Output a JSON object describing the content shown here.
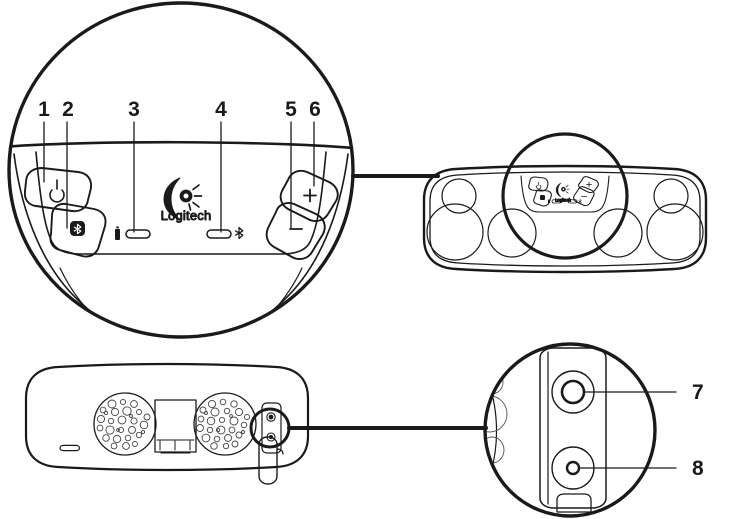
{
  "document": {
    "type": "product-callout-diagram",
    "brand": "Logitech",
    "background_color": "#ffffff",
    "line_color": "#1a1a1a",
    "detail_line_color": "#555555"
  },
  "callouts": [
    {
      "number": "1",
      "target": "power-button",
      "glyph": "power-symbol"
    },
    {
      "number": "2",
      "target": "bluetooth-button",
      "glyph": "bluetooth-symbol"
    },
    {
      "number": "3",
      "target": "battery-status-led",
      "glyph": "battery-icon"
    },
    {
      "number": "4",
      "target": "bluetooth-status-led",
      "glyph": "bluetooth-icon"
    },
    {
      "number": "5",
      "target": "volume-down-button",
      "glyph": "minus"
    },
    {
      "number": "6",
      "target": "volume-up-button",
      "glyph": "plus"
    },
    {
      "number": "7",
      "target": "micro-usb-charging-port",
      "glyph": "large-round-port"
    },
    {
      "number": "8",
      "target": "aux-audio-jack",
      "glyph": "small-round-port"
    }
  ],
  "buttons": {
    "power_glyph": "⏻",
    "bluetooth_glyph": "ᛗ",
    "volume_up_glyph": "+",
    "volume_down_glyph": "−"
  },
  "logo": {
    "wordmark": "Logitech",
    "mark": "logitech-eye-mark"
  },
  "views": {
    "top_detail": {
      "name": "control-panel-magnified",
      "description": "Magnified top control surface showing power, bluetooth, status LEDs and volume rocker"
    },
    "front": {
      "name": "speaker-front-view",
      "driver_count": 6
    },
    "rear": {
      "name": "speaker-rear-view",
      "mesh_ports": 2,
      "has_center_panel": true,
      "has_port_flap": true
    },
    "port_detail": {
      "name": "port-bay-magnified",
      "description": "Magnified rear port bay showing charging port and audio jack"
    }
  }
}
